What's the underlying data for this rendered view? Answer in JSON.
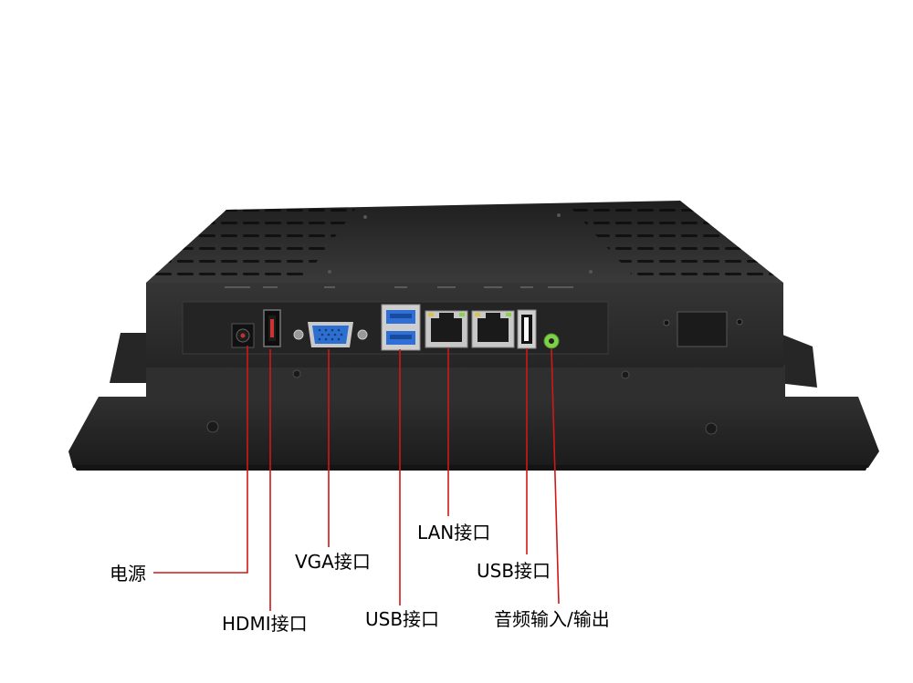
{
  "callouts": {
    "power": "电源",
    "hdmi": "HDMI接口",
    "vga": "VGA接口",
    "usb3": "USB接口",
    "lan": "LAN接口",
    "usb2": "USB接口",
    "audio": "音频输入/输出"
  },
  "colors": {
    "leader_line": "#d01818",
    "chassis": "#2b2b2b",
    "usb3_port": "#2f6fd6",
    "vga_port": "#2d6fd0",
    "audio_jack": "#7fd14a"
  }
}
